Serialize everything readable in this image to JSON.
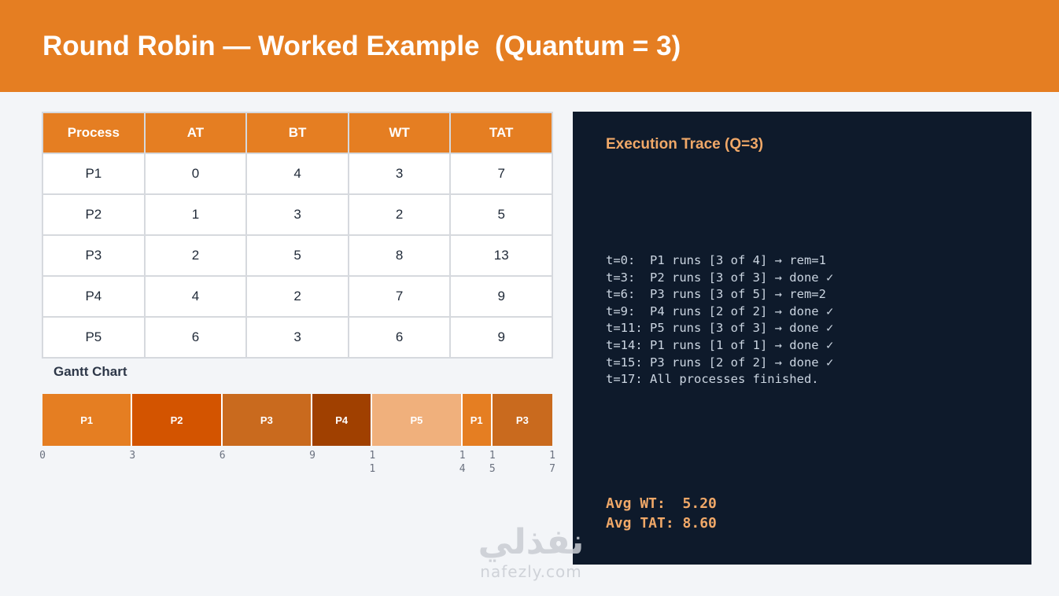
{
  "header": {
    "title": "Round Robin — Worked Example  (Quantum = 3)"
  },
  "table": {
    "columns": [
      "Process",
      "AT",
      "BT",
      "WT",
      "TAT"
    ],
    "rows": [
      [
        "P1",
        "0",
        "4",
        "3",
        "7"
      ],
      [
        "P2",
        "1",
        "3",
        "2",
        "5"
      ],
      [
        "P3",
        "2",
        "5",
        "8",
        "13"
      ],
      [
        "P4",
        "4",
        "2",
        "7",
        "9"
      ],
      [
        "P5",
        "6",
        "3",
        "6",
        "9"
      ]
    ]
  },
  "gantt": {
    "title": "Gantt Chart",
    "total": 17,
    "segments": [
      {
        "label": "P1",
        "start": 0,
        "end": 3,
        "color": "#e57e22"
      },
      {
        "label": "P2",
        "start": 3,
        "end": 6,
        "color": "#d35400"
      },
      {
        "label": "P3",
        "start": 6,
        "end": 9,
        "color": "#c96a1e"
      },
      {
        "label": "P4",
        "start": 9,
        "end": 11,
        "color": "#a04000"
      },
      {
        "label": "P5",
        "start": 11,
        "end": 14,
        "color": "#f0b07c"
      },
      {
        "label": "P1",
        "start": 14,
        "end": 15,
        "color": "#e57e22"
      },
      {
        "label": "P3",
        "start": 15,
        "end": 17,
        "color": "#c96a1e"
      }
    ],
    "ticks": [
      "0",
      "3",
      "6",
      "9",
      "11",
      "14",
      "15",
      "17"
    ]
  },
  "trace": {
    "title": "Execution Trace (Q=3)",
    "lines": [
      "t=0:  P1 runs [3 of 4] → rem=1",
      "t=3:  P2 runs [3 of 3] → done ✓",
      "t=6:  P3 runs [3 of 5] → rem=2",
      "t=9:  P4 runs [2 of 2] → done ✓",
      "t=11: P5 runs [3 of 3] → done ✓",
      "t=14: P1 runs [1 of 1] → done ✓",
      "t=15: P3 runs [2 of 2] → done ✓",
      "t=17: All processes finished."
    ],
    "avg_wt": "Avg WT:  5.20",
    "avg_tat": "Avg TAT: 8.60"
  },
  "watermark": {
    "logo": "نفذلي",
    "url": "nafezly.com"
  }
}
